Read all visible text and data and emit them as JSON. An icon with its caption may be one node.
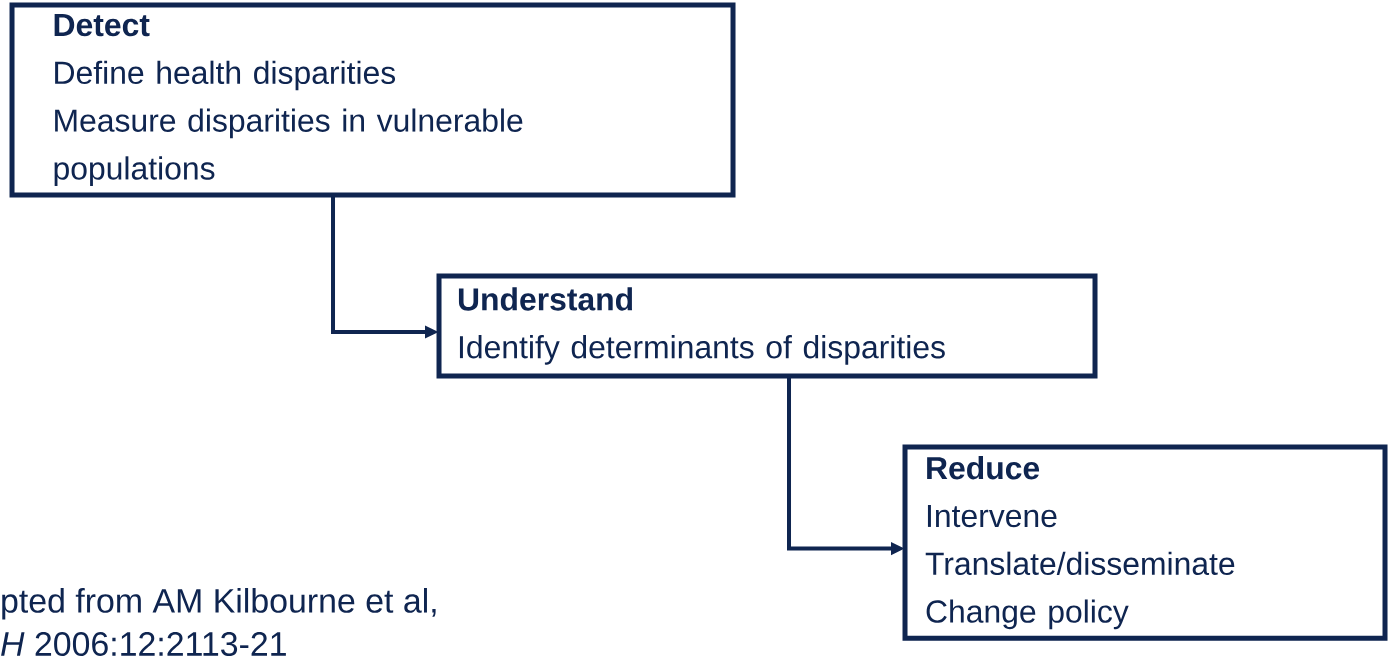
{
  "diagram": {
    "nodes": [
      {
        "text": [
          "Detect",
          "Define health disparities",
          "Measure disparities in vulnerable populations"
        ]
      },
      {
        "text": [
          "Understand",
          "Identify determinants of disparities"
        ]
      },
      {
        "text": [
          "Reduce",
          "Intervene",
          "Translate/disseminate",
          "Change policy"
        ]
      }
    ],
    "edges": [
      {
        "from": 0,
        "to": 1,
        "arrow": "to"
      },
      {
        "from": 1,
        "to": 2,
        "arrow": "to"
      }
    ],
    "labels": [
      "pted from AM Kilbourne et al,",
      "*H* 2006:12:2113-21"
    ]
  }
}
